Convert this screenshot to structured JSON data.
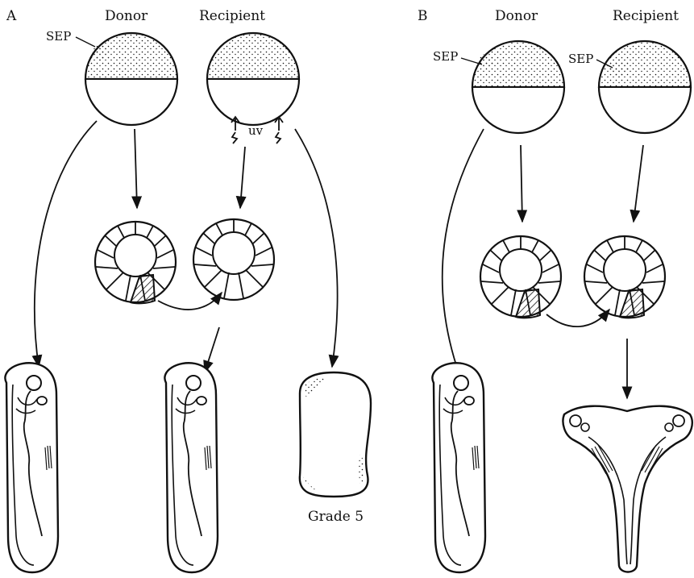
{
  "panels": [
    {
      "letter": "A",
      "donor": "Donor",
      "recipient": "Recipient",
      "sep": "SEP",
      "uv": "uv",
      "outcome": "Grade 5"
    },
    {
      "letter": "B",
      "donor": "Donor",
      "recipient": "Recipient",
      "sep_donor": "SEP",
      "sep_recipient": "SEP"
    }
  ]
}
